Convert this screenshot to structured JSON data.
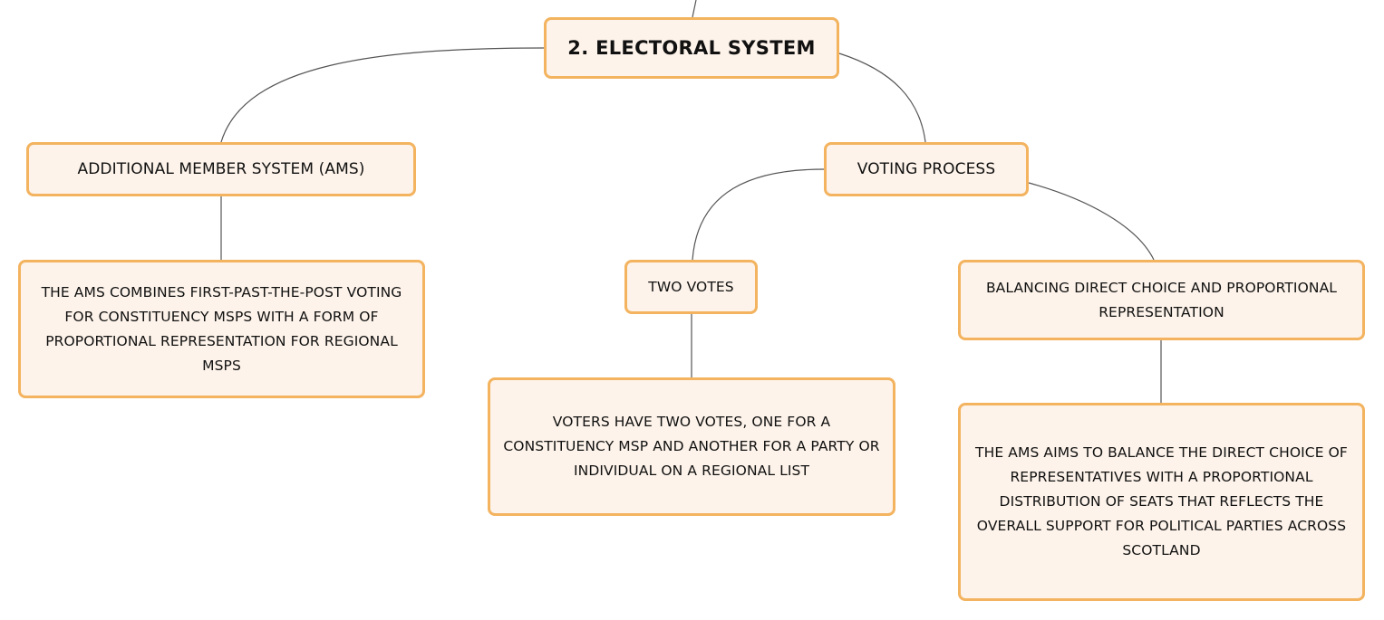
{
  "root": {
    "label": "2. ELECTORAL SYSTEM"
  },
  "ams": {
    "label": "ADDITIONAL MEMBER SYSTEM (AMS)",
    "description": "THE AMS COMBINES FIRST-PAST-THE-POST VOTING FOR CONSTITUENCY MSPS WITH A FORM OF PROPORTIONAL REPRESENTATION FOR REGIONAL MSPS"
  },
  "voting_process": {
    "label": "VOTING PROCESS",
    "two_votes": {
      "label": "TWO VOTES",
      "description": "VOTERS HAVE TWO VOTES, ONE FOR A CONSTITUENCY MSP AND ANOTHER FOR A PARTY OR INDIVIDUAL ON A REGIONAL LIST"
    },
    "balancing": {
      "label": "BALANCING DIRECT CHOICE AND PROPORTIONAL REPRESENTATION",
      "description": "THE AMS AIMS TO BALANCE THE DIRECT CHOICE OF REPRESENTATIVES WITH A PROPORTIONAL DISTRIBUTION OF SEATS THAT REFLECTS THE OVERALL SUPPORT FOR POLITICAL PARTIES ACROSS SCOTLAND"
    }
  },
  "colors": {
    "node_fill": "#fdf3ea",
    "node_border": "#f3b35f",
    "connector": "#555555",
    "text": "#111111"
  }
}
